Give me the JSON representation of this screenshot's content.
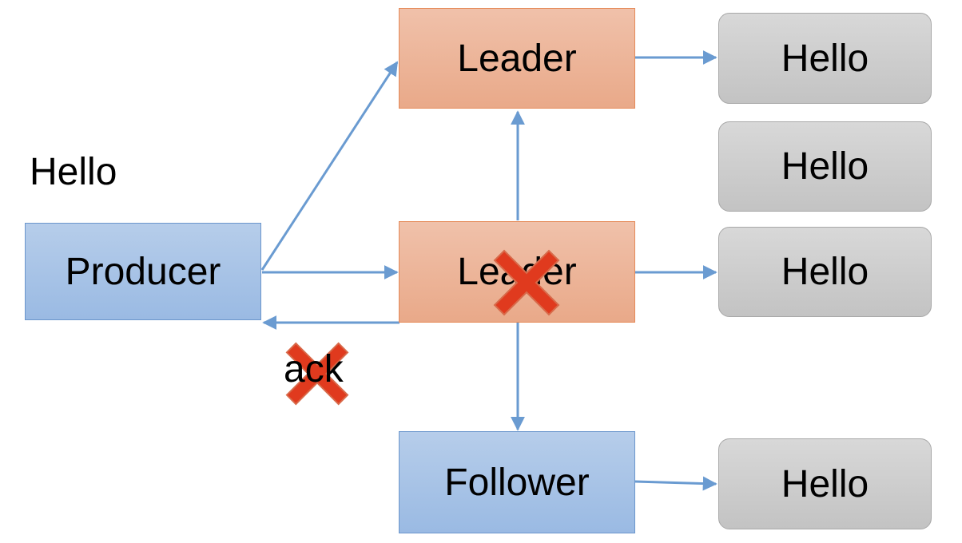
{
  "message_label": "Hello",
  "producer": {
    "label": "Producer"
  },
  "leader_top": {
    "label": "Leader"
  },
  "leader_middle": {
    "label": "Leader",
    "status": "failed"
  },
  "follower": {
    "label": "Follower"
  },
  "logs": [
    {
      "label": "Hello"
    },
    {
      "label": "Hello"
    },
    {
      "label": "Hello"
    },
    {
      "label": "Hello"
    }
  ],
  "ack": {
    "label": "ack",
    "status": "failed"
  },
  "colors": {
    "arrow": "#6a9bd1",
    "cross": "#e03a1e"
  }
}
